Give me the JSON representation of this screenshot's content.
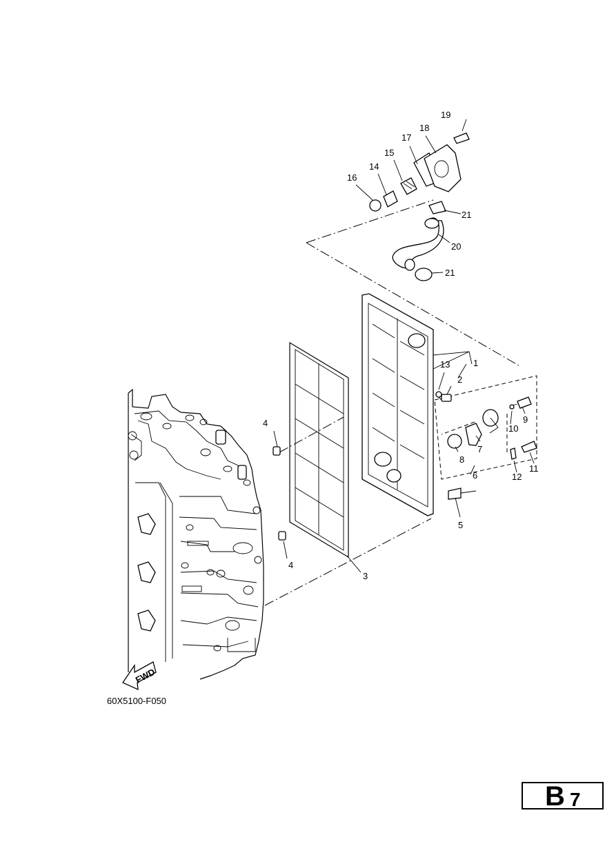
{
  "figure_code": "60X5100-F050",
  "page_letter": "B",
  "page_number": "7",
  "fwd_label": "FWD",
  "callouts": {
    "c1": "1",
    "c2": "2",
    "c3": "3",
    "c4a": "4",
    "c4b": "4",
    "c5": "5",
    "c6": "6",
    "c7": "7",
    "c8": "8",
    "c9": "9",
    "c10": "10",
    "c11": "11",
    "c12": "12",
    "c13": "13",
    "c14": "14",
    "c15": "15",
    "c16": "16",
    "c17": "17",
    "c18": "18",
    "c19": "19",
    "c20": "20",
    "c21a": "21",
    "c21b": "21"
  }
}
